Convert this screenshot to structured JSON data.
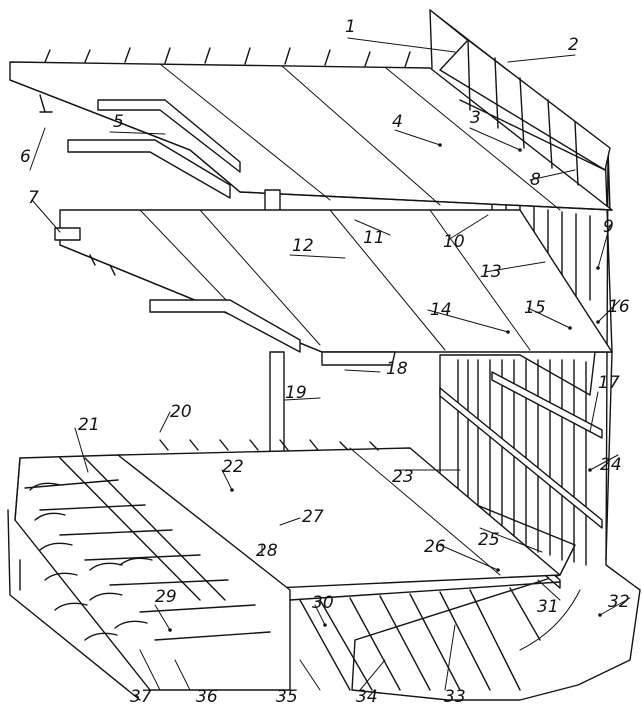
{
  "labels": {
    "l1": "1",
    "l2": "2",
    "l3": "3",
    "l4": "4",
    "l5": "5",
    "l6": "6",
    "l7": "7",
    "l8": "8",
    "l9": "9",
    "l10": "10",
    "l11": "11",
    "l12": "12",
    "l13": "13",
    "l14": "14",
    "l15": "15",
    "l16": "16",
    "l17": "17",
    "l18": "18",
    "l19": "19",
    "l20": "20",
    "l21": "21",
    "l22": "22",
    "l23": "23",
    "l24": "24",
    "l25": "25",
    "l26": "26",
    "l27": "27",
    "l28": "28",
    "l29": "29",
    "l30": "30",
    "l31": "31",
    "l32": "32",
    "l33": "33",
    "l34": "34",
    "l35": "35",
    "l36": "36",
    "l37": "37"
  },
  "colors": {
    "ink": "#141414",
    "paper": "#ffffff"
  }
}
